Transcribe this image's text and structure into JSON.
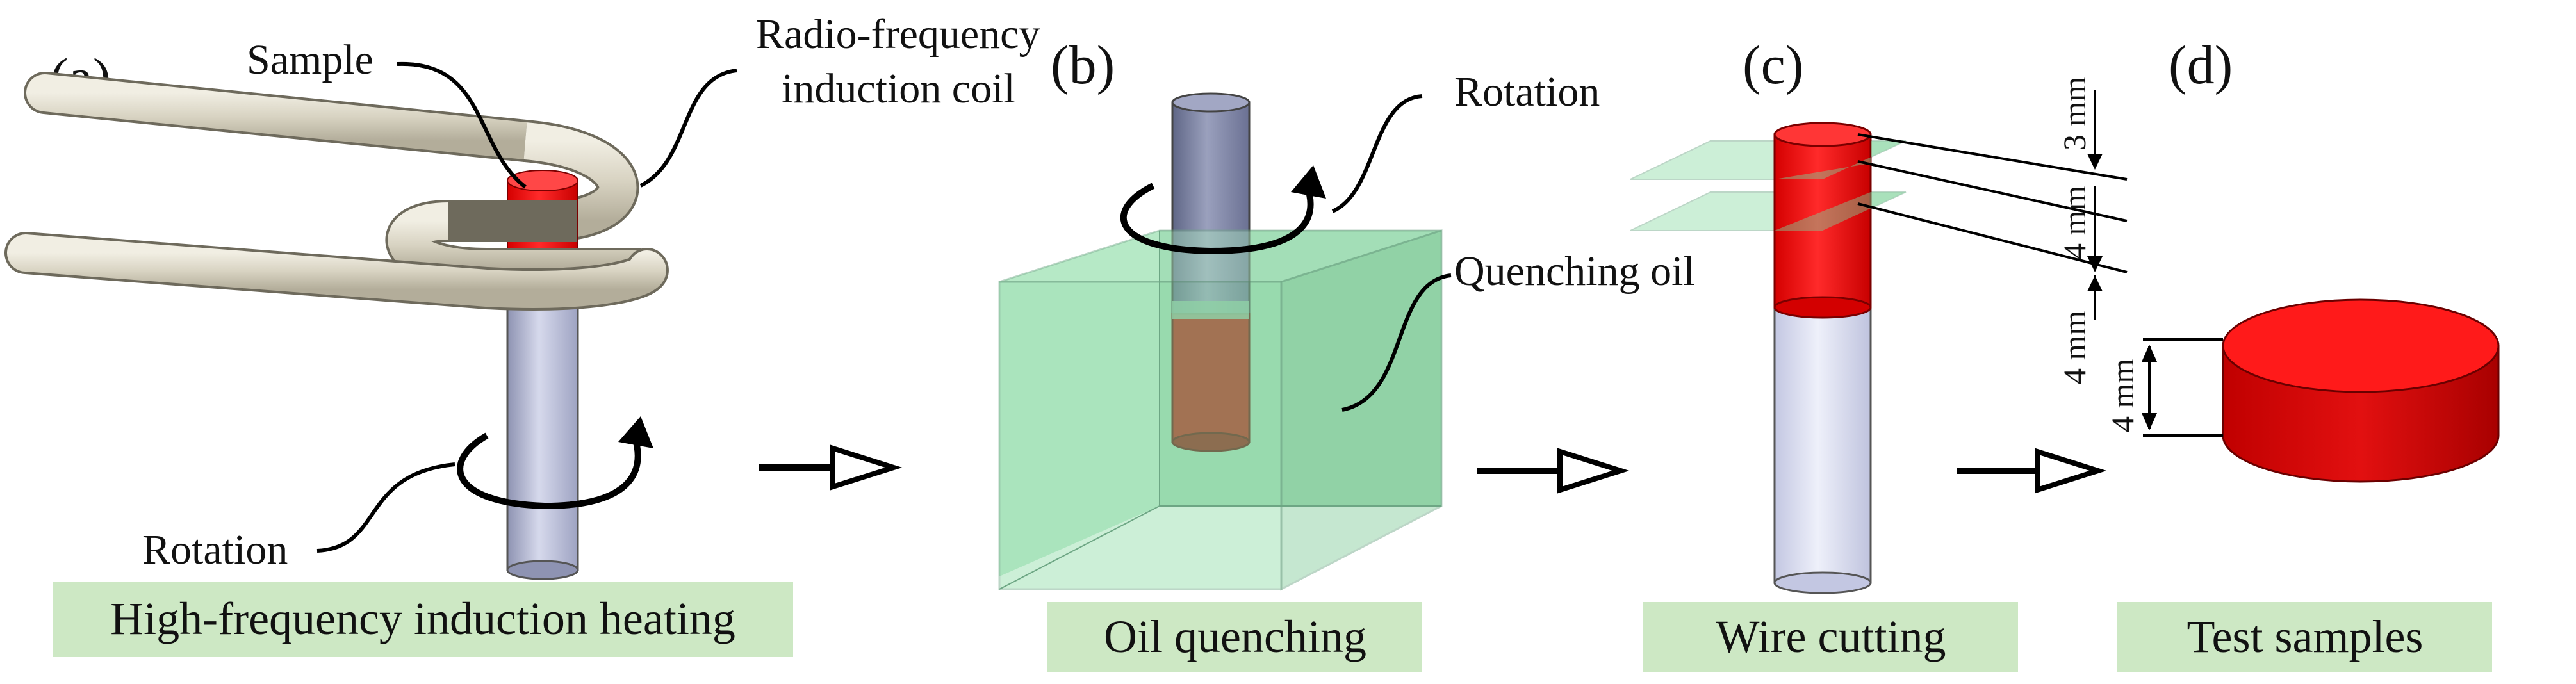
{
  "panels": {
    "a": {
      "letter": "(a)",
      "sample_label": "Sample",
      "coil_label_line1": "Radio-frequency",
      "coil_label_line2": "induction coil",
      "rotation_label": "Rotation",
      "caption": "High-frequency induction heating"
    },
    "b": {
      "letter": "(b)",
      "rotation_label": "Rotation",
      "oil_label": "Quenching oil",
      "caption": "Oil quenching"
    },
    "c": {
      "letter": "(c)",
      "dim_top": "3 mm",
      "dim_mid": "4 mm",
      "caption": "Wire cutting"
    },
    "d": {
      "letter": "(d)",
      "dim_upper": "4 mm",
      "dim_sample": "4 mm",
      "caption": "Test samples"
    }
  },
  "colors": {
    "sample_red": "#ee0a0a",
    "rod_blue": "#b7bbd6",
    "coil_beige": "#dcd8c8",
    "oil_green": "#8fdca8",
    "caption_bg": "#cde8c4"
  }
}
